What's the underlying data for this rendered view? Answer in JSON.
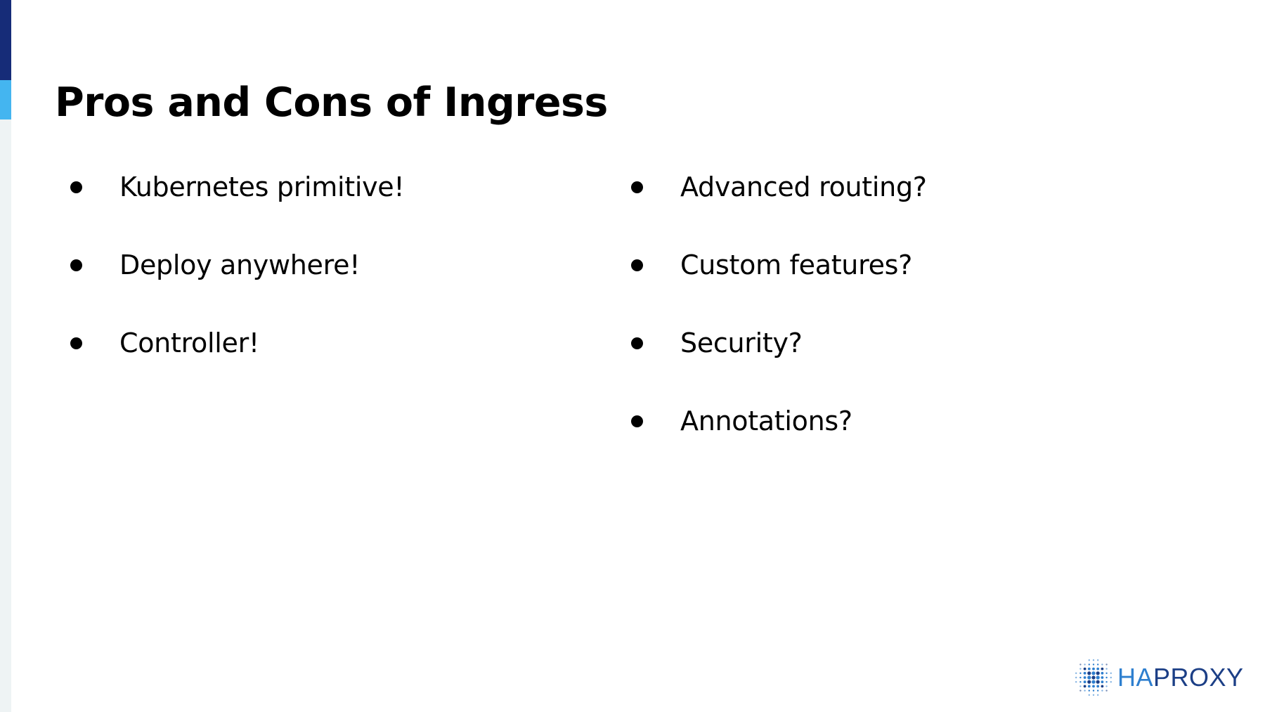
{
  "slide": {
    "title": "Pros and Cons of Ingress",
    "pros": [
      "Kubernetes primitive!",
      "Deploy anywhere!",
      "Controller!"
    ],
    "cons": [
      "Advanced routing?",
      "Custom features?",
      "Security?",
      "Annotations?"
    ],
    "bullet_glyph": "●"
  },
  "logo": {
    "text_accent": "HA",
    "text_main": "PROXY",
    "icon": "haproxy-logo-icon"
  },
  "colors": {
    "accent_dark": "#162c78",
    "accent_light": "#44b5f0",
    "accent_track": "#eef3f4",
    "logo_accent": "#2e7fcf",
    "logo_main": "#1c3f86",
    "text": "#000000"
  }
}
